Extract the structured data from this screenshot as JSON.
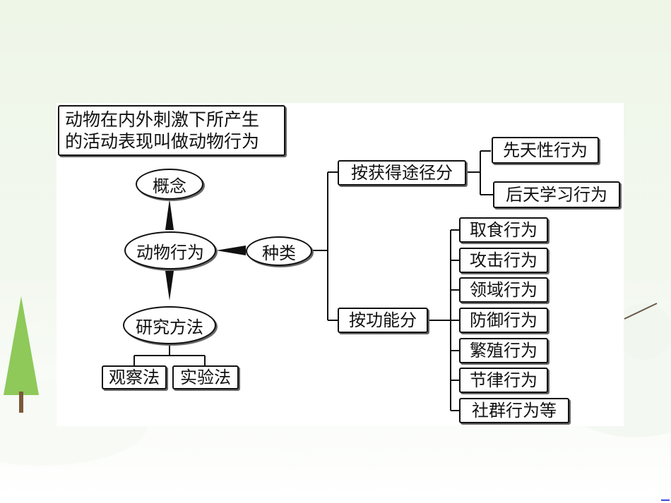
{
  "diagram": {
    "definition_lines": [
      "动物在内外刺激下所产生",
      "的活动表现叫做动物行为"
    ],
    "concept": "概念",
    "center": "动物行为",
    "methods": "研究方法",
    "method_items": [
      "观察法",
      "实验法"
    ],
    "types": "种类",
    "by_acquisition": "按获得途径分",
    "acquisition_items": [
      "先天性行为",
      "后天学习行为"
    ],
    "by_function": "按功能分",
    "function_items": [
      "取食行为",
      "攻击行为",
      "领域行为",
      "防御行为",
      "繁殖行为",
      "节律行为",
      "社群行为等"
    ]
  },
  "colors": {
    "ink": "#111111",
    "background": "#eef6e8",
    "panel": "#ffffff"
  }
}
